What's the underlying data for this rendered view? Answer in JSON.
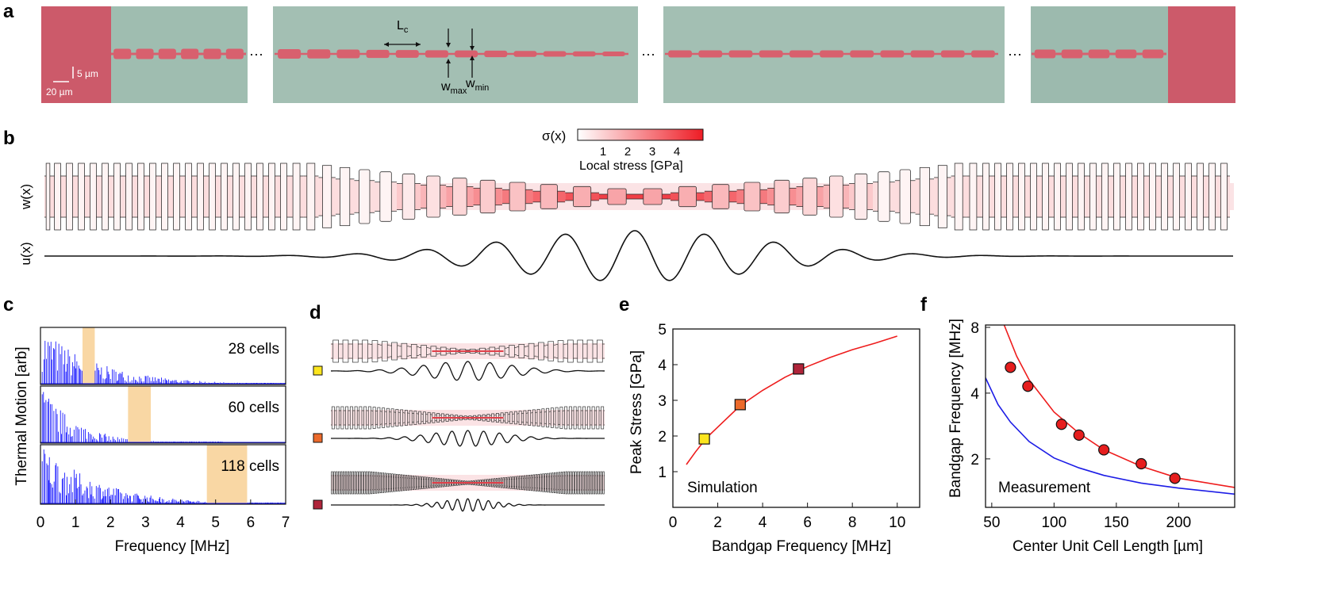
{
  "panel_letters": [
    "a",
    "b",
    "c",
    "d",
    "e",
    "f"
  ],
  "panel_a": {
    "scale_bar_vertical": "5 µm",
    "scale_bar_horizontal": "20 µm",
    "label_Lc": "L",
    "label_Lc_sub": "c",
    "label_wmax": "w",
    "label_wmax_sub": "max",
    "label_wmin": "w",
    "label_wmin_sub": "min",
    "ellipsis": "···",
    "colors": {
      "pad": "#cc5a6a",
      "substrate": "#9fbdb0",
      "beam": "#d8606e"
    }
  },
  "panel_b": {
    "colorbar_label": "σ(x)",
    "colorbar_ticks": [
      "1",
      "2",
      "3",
      "4"
    ],
    "colorbar_title": "Local stress [GPa]",
    "ylabel_w": "w(x)",
    "ylabel_u": "u(x)",
    "colors": {
      "low": "#ffffff",
      "high": "#ee1c25"
    }
  },
  "chart_data": [
    {
      "panel": "c",
      "type": "line",
      "xlabel": "Frequency [MHz]",
      "ylabel": "Thermal  Motion [arb]",
      "xlim": [
        0,
        7
      ],
      "x_ticks": [
        "0",
        "1",
        "2",
        "3",
        "4",
        "5",
        "6",
        "7"
      ],
      "series": [
        {
          "name": "28 cells",
          "bandgap_mhz": [
            1.2,
            1.55
          ],
          "max_mode_mhz": 7
        },
        {
          "name": "60 cells",
          "bandgap_mhz": [
            2.5,
            3.15
          ],
          "max_mode_mhz": 5.2
        },
        {
          "name": "118 cells",
          "bandgap_mhz": [
            4.75,
            5.9
          ],
          "max_mode_mhz": 7
        }
      ],
      "line_color": "#1a1aff",
      "bandgap_color": "#f9d7a4"
    },
    {
      "panel": "e",
      "type": "scatter",
      "xlabel": "Bandgap Frequency [MHz]",
      "ylabel": "Peak Stress [GPa]",
      "annotation": "Simulation",
      "xlim": [
        0,
        11
      ],
      "ylim": [
        0,
        5
      ],
      "x_ticks": [
        0,
        2,
        4,
        6,
        8,
        10
      ],
      "y_ticks": [
        1,
        2,
        3,
        4,
        5
      ],
      "points": [
        {
          "x": 1.4,
          "y": 1.92,
          "color": "#fce51e"
        },
        {
          "x": 3.0,
          "y": 2.88,
          "color": "#ec6a2b"
        },
        {
          "x": 5.6,
          "y": 3.88,
          "color": "#b0243a"
        }
      ],
      "curve": {
        "x": [
          0.6,
          1.0,
          1.5,
          2,
          3,
          4,
          5,
          6,
          7,
          8,
          9,
          10
        ],
        "y": [
          1.2,
          1.55,
          1.95,
          2.25,
          2.85,
          3.28,
          3.65,
          3.95,
          4.2,
          4.42,
          4.6,
          4.8
        ],
        "color": "#ee1c1c"
      }
    },
    {
      "panel": "f",
      "type": "scatter",
      "xlabel": "Center Unit Cell Length [µm]",
      "ylabel": "Bandgap Frequency [MHz]",
      "annotation": "Measurement",
      "scale": "log-y",
      "xlim": [
        45,
        245
      ],
      "ylim": [
        1.2,
        8.2
      ],
      "x_ticks": [
        50,
        100,
        150,
        200
      ],
      "y_ticks": [
        2,
        4,
        8
      ],
      "points": [
        {
          "x": 65,
          "y": 5.25
        },
        {
          "x": 79,
          "y": 4.3
        },
        {
          "x": 106,
          "y": 2.88
        },
        {
          "x": 120,
          "y": 2.57
        },
        {
          "x": 140,
          "y": 2.2
        },
        {
          "x": 170,
          "y": 1.9
        },
        {
          "x": 197,
          "y": 1.63
        }
      ],
      "point_color": "#e61e1e",
      "curves": [
        {
          "color": "#ee1c1c",
          "x": [
            60,
            70,
            80,
            100,
            120,
            140,
            170,
            200,
            245
          ],
          "y": [
            8.2,
            5.9,
            4.6,
            3.28,
            2.62,
            2.2,
            1.85,
            1.63,
            1.48
          ]
        },
        {
          "color": "#1c1ce6",
          "x": [
            45,
            55,
            65,
            80,
            100,
            120,
            140,
            170,
            200,
            245
          ],
          "y": [
            4.7,
            3.55,
            2.95,
            2.4,
            2.02,
            1.82,
            1.68,
            1.55,
            1.47,
            1.38
          ]
        }
      ]
    }
  ]
}
